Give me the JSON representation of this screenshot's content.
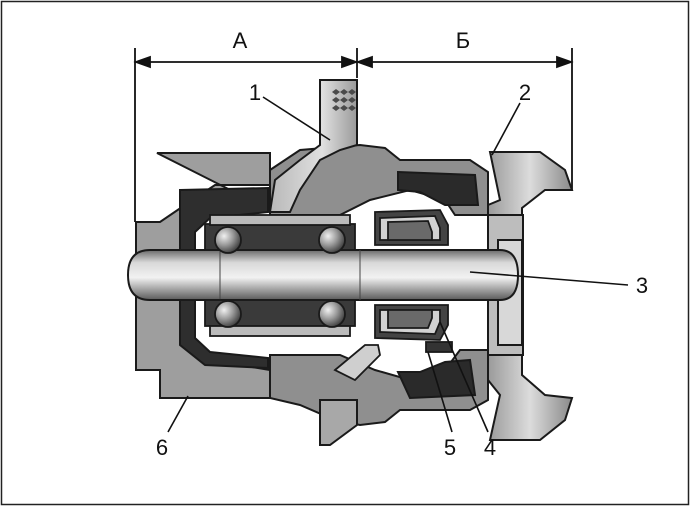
{
  "dimensions": {
    "label_a": "А",
    "label_b": "Б"
  },
  "callouts": {
    "c1": "1",
    "c2": "2",
    "c3": "3",
    "c4": "4",
    "c5": "5",
    "c6": "6"
  }
}
